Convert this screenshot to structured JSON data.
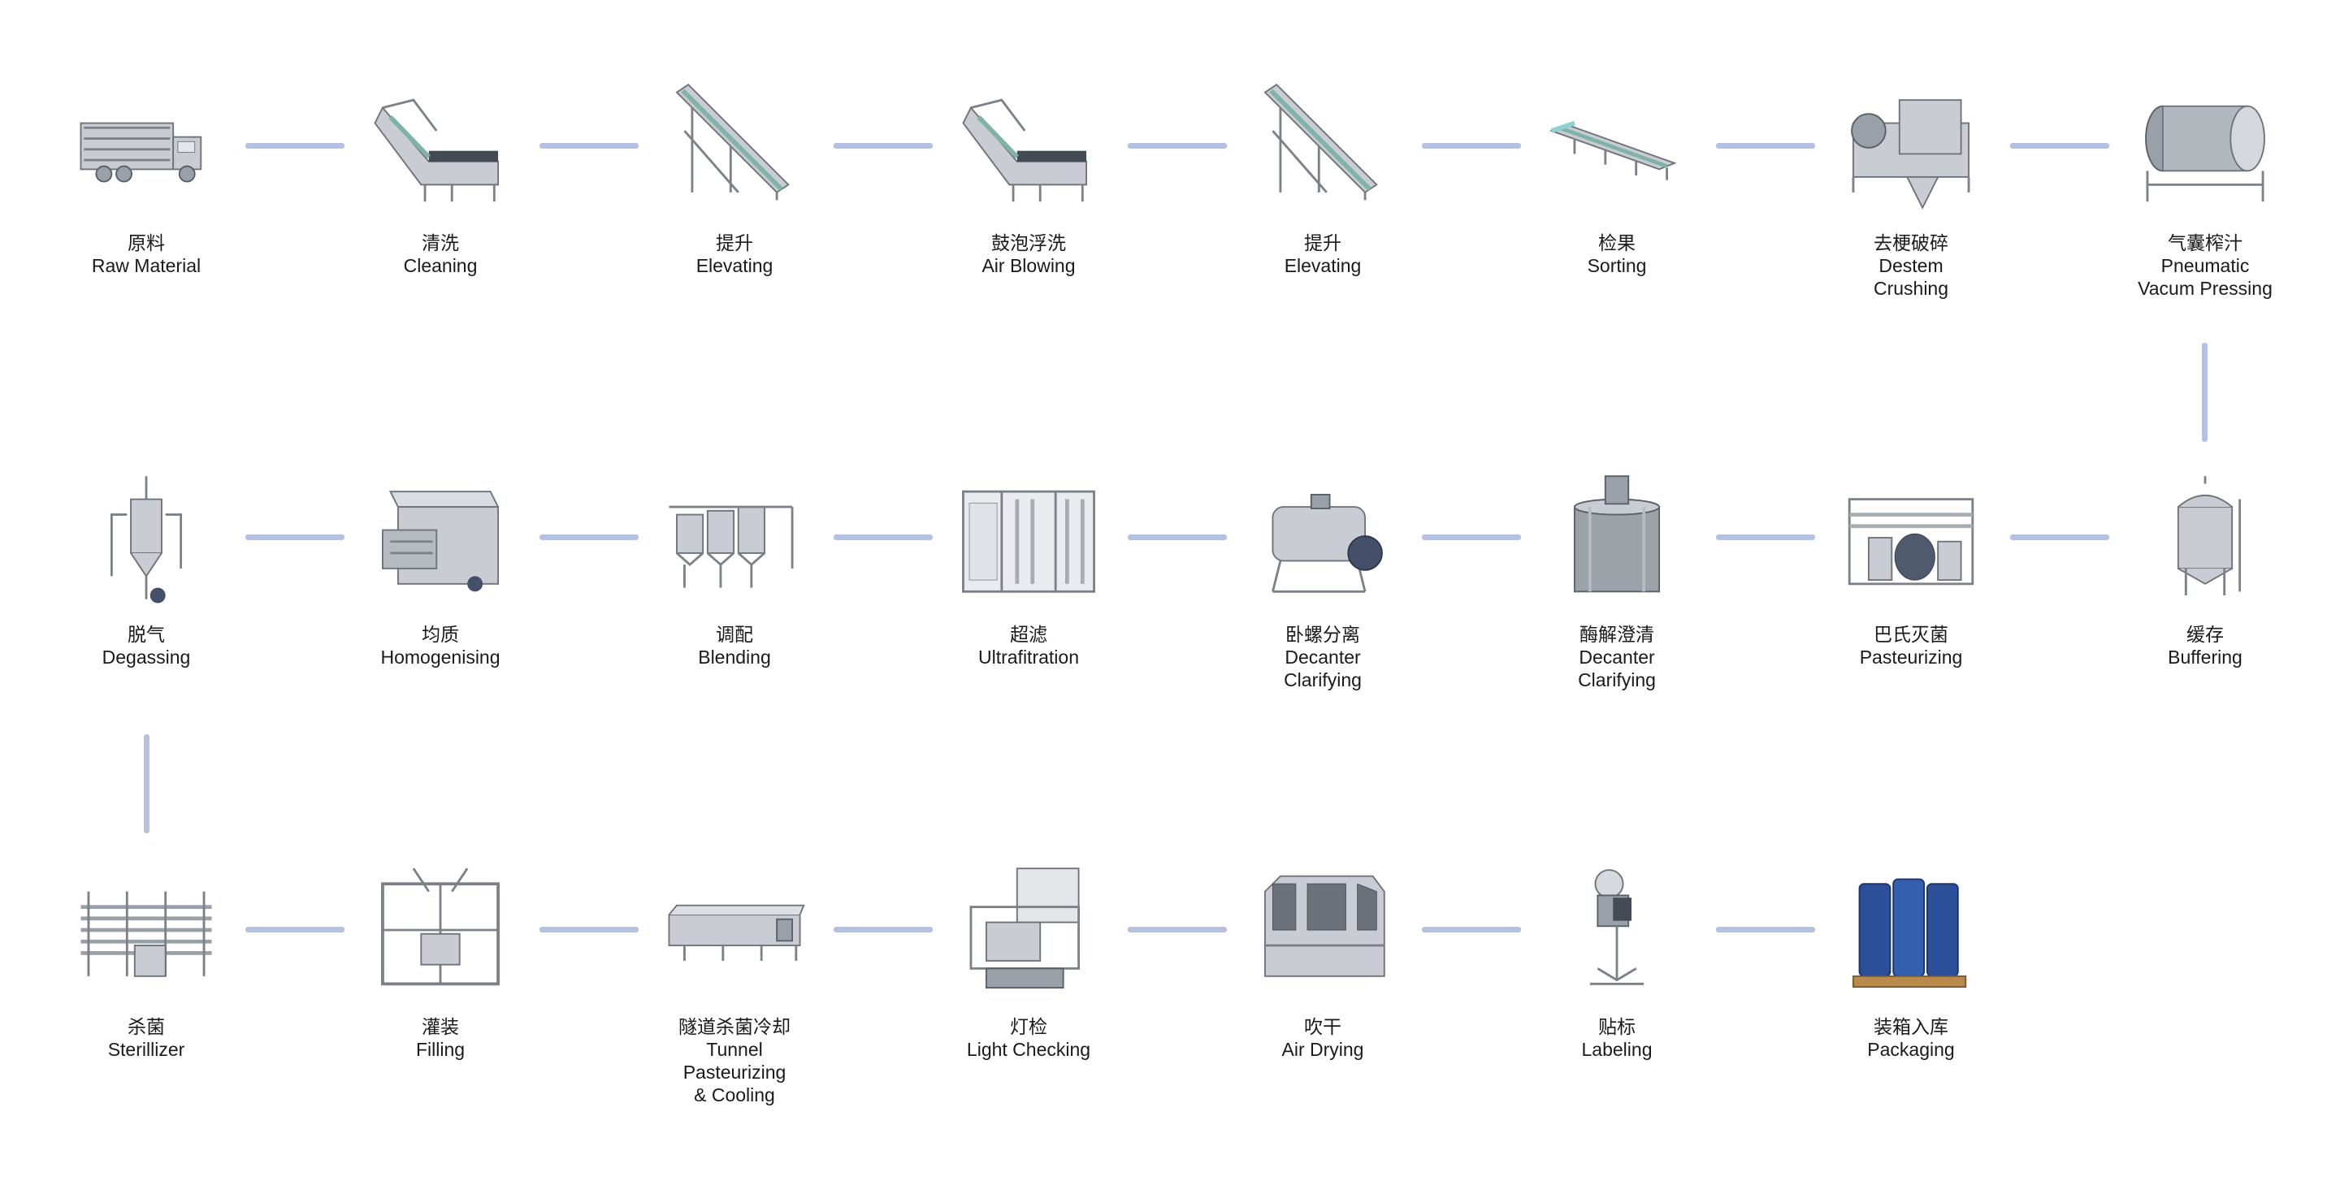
{
  "accent": "#b4c1e3",
  "steps": [
    {
      "cn": "原料",
      "en": [
        "Raw Material"
      ],
      "icon": "truck-icon"
    },
    {
      "cn": "清洗",
      "en": [
        "Cleaning"
      ],
      "icon": "washer-icon"
    },
    {
      "cn": "提升",
      "en": [
        "Elevating"
      ],
      "icon": "elevator-conveyor-icon"
    },
    {
      "cn": "鼓泡浮洗",
      "en": [
        "Air Blowing"
      ],
      "icon": "washer-icon"
    },
    {
      "cn": "提升",
      "en": [
        "Elevating"
      ],
      "icon": "elevator-conveyor-icon"
    },
    {
      "cn": "检果",
      "en": [
        "Sorting"
      ],
      "icon": "sorting-conveyor-icon"
    },
    {
      "cn": "去梗破碎",
      "en": [
        "Destem",
        "Crushing"
      ],
      "icon": "crusher-icon"
    },
    {
      "cn": "气囊榨汁",
      "en": [
        "Pneumatic",
        "Vacum Pressing"
      ],
      "icon": "press-drum-icon"
    },
    {
      "cn": "缓存",
      "en": [
        "Buffering"
      ],
      "icon": "buffer-tank-icon"
    },
    {
      "cn": "巴氏灭菌",
      "en": [
        "Pasteurizing"
      ],
      "icon": "pasteurizer-icon"
    },
    {
      "cn": "酶解澄清",
      "en": [
        "Decanter",
        "Clarifying"
      ],
      "icon": "enzyme-tank-icon"
    },
    {
      "cn": "卧螺分离",
      "en": [
        "Decanter",
        "Clarifying"
      ],
      "icon": "decanter-icon"
    },
    {
      "cn": "超滤",
      "en": [
        "Ultrafitration"
      ],
      "icon": "ultrafiltration-icon"
    },
    {
      "cn": "调配",
      "en": [
        "Blending"
      ],
      "icon": "blending-tanks-icon"
    },
    {
      "cn": "均质",
      "en": [
        "Homogenising"
      ],
      "icon": "homogenizer-icon"
    },
    {
      "cn": "脱气",
      "en": [
        "Degassing"
      ],
      "icon": "degasser-icon"
    },
    {
      "cn": "杀菌",
      "en": [
        "Sterillizer"
      ],
      "icon": "sterilizer-icon"
    },
    {
      "cn": "灌装",
      "en": [
        "Filling"
      ],
      "icon": "filler-frame-icon"
    },
    {
      "cn": "隧道杀菌冷却",
      "en": [
        "Tunnel",
        "Pasteurizing",
        "& Cooling"
      ],
      "icon": "tunnel-icon"
    },
    {
      "cn": "灯检",
      "en": [
        "Light Checking"
      ],
      "icon": "light-check-icon"
    },
    {
      "cn": "吹干",
      "en": [
        "Air Drying"
      ],
      "icon": "air-dryer-icon"
    },
    {
      "cn": "贴标",
      "en": [
        "Labeling"
      ],
      "icon": "labeler-icon"
    },
    {
      "cn": "装箱入库",
      "en": [
        "Packaging"
      ],
      "icon": "barrels-pallet-icon"
    }
  ]
}
